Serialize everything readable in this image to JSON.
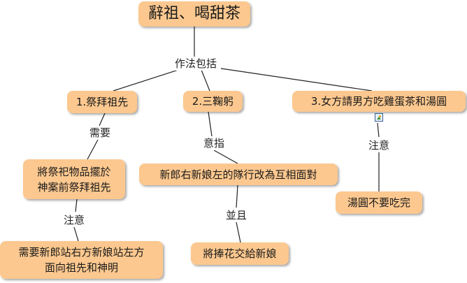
{
  "root": {
    "label": "辭祖、喝甜茶"
  },
  "root_link": {
    "label": "作法包括"
  },
  "branches": [
    {
      "label": "1.祭拜祖先",
      "link1": "需要",
      "child1_lines": [
        "將祭祀物品擺於",
        "神案前祭拜祖先"
      ],
      "link2": "注意",
      "child2_lines": [
        "需要新郎站右方新娘站左方",
        "面向祖先和神明"
      ]
    },
    {
      "label": "2.三鞠躬",
      "link1": "意指",
      "child1": "新郎右新娘左的隊行改為互相面對",
      "link2": "並且",
      "child2": "將捧花交給新娘"
    },
    {
      "label": "3.女方請男方吃雞蛋茶和湯圓",
      "link1": "注意",
      "child1": "湯圓不要吃完"
    }
  ],
  "icons": {
    "attached_image": "image-icon"
  }
}
